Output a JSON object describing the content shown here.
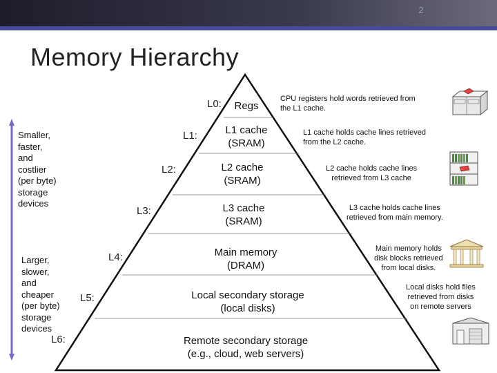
{
  "header": {
    "page_number": "2"
  },
  "title": "Memory Hierarchy",
  "side_labels": {
    "top": [
      "Smaller,",
      "faster,",
      "and",
      "costlier",
      "(per byte)",
      "storage",
      "devices"
    ],
    "bottom": [
      "Larger,",
      "slower,",
      "and",
      "cheaper",
      "(per byte)",
      "storage",
      "devices"
    ]
  },
  "levels": [
    {
      "label": "L0:",
      "text": [
        "Regs"
      ],
      "note": [
        "CPU registers hold words retrieved from",
        "the L1 cache."
      ]
    },
    {
      "label": "L1:",
      "text": [
        "L1 cache",
        "(SRAM)"
      ],
      "note": [
        "L1 cache holds cache lines retrieved",
        "from the L2 cache."
      ]
    },
    {
      "label": "L2:",
      "text": [
        "L2 cache",
        "(SRAM)"
      ],
      "note": [
        "L2 cache holds cache lines",
        "retrieved from L3 cache"
      ]
    },
    {
      "label": "L3:",
      "text": [
        "L3 cache",
        "(SRAM)"
      ],
      "note": [
        "L3 cache holds cache lines",
        "retrieved from main memory."
      ]
    },
    {
      "label": "L4:",
      "text": [
        "Main memory",
        "(DRAM)"
      ],
      "note": [
        "Main memory holds",
        "disk blocks retrieved",
        "from local disks."
      ]
    },
    {
      "label": "L5:",
      "text": [
        "Local secondary storage",
        "(local disks)"
      ],
      "note": [
        "Local disks hold files",
        "retrieved from disks",
        "on remote servers"
      ]
    },
    {
      "label": "L6:",
      "text": [
        "Remote secondary storage",
        "(e.g., cloud, web servers)"
      ]
    }
  ],
  "colors": {
    "arrow": "#7b68c8",
    "topbar": "#2a2a3a",
    "stripe": "#4a4a9c"
  }
}
